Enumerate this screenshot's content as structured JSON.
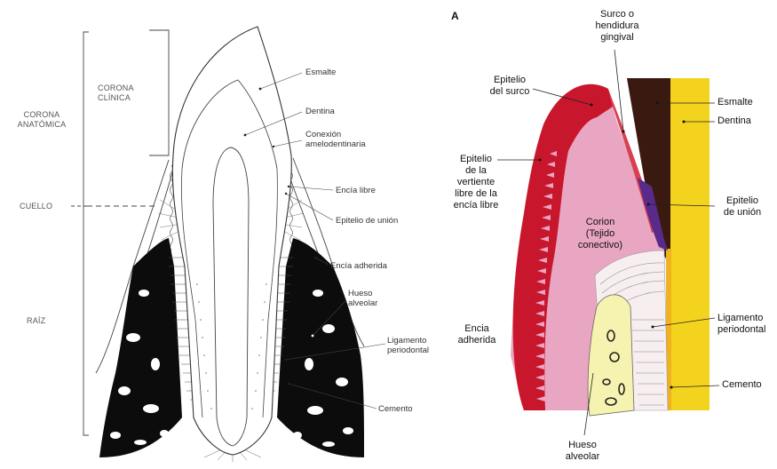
{
  "left": {
    "side": {
      "corona_anatomica": [
        "CORONA",
        "ANATÓMICA"
      ],
      "corona_clinica": [
        "CORONA",
        "CLÍNICA"
      ],
      "cuello": "CUELLO",
      "raiz": "RAÍZ"
    },
    "labels": {
      "esmalte": "Esmalte",
      "dentina": "Dentina",
      "conexion": [
        "Conexión",
        "amelodentinaria"
      ],
      "encia_libre": "Encía libre",
      "epitelio_union": "Epitelio de unión",
      "encia_adherida": "Encía adherida",
      "hueso": [
        "Hueso",
        "alveolar"
      ],
      "ligamento": [
        "Ligamento",
        "periodontal"
      ],
      "cemento": "Cemento"
    }
  },
  "right": {
    "panel_letter": "A",
    "labels": {
      "surco": [
        "Surco o",
        "hendidura",
        "gingival"
      ],
      "epitelio_surco": [
        "Epitelio",
        "del surco"
      ],
      "epitelio_vertiente": [
        "Epitelio",
        "de la",
        "vertiente",
        "libre de la",
        "encía libre"
      ],
      "corion": [
        "Corion",
        "(Tejido",
        "conectivo)"
      ],
      "encia_adherida": [
        "Encia",
        "adherida"
      ],
      "esmalte": "Esmalte",
      "dentina": "Dentina",
      "epitelio_union": [
        "Epitelio",
        "de unión"
      ],
      "ligamento": [
        "Ligamento",
        "periodontal"
      ],
      "cemento": "Cemento",
      "hueso": [
        "Hueso",
        "alveolar"
      ]
    }
  },
  "colors": {
    "epithelium": "#c8162c",
    "corion": "#e9a6c2",
    "enamel": "#3a1a10",
    "dentin": "#f4d31e",
    "junctional": "#5a2a8a",
    "bone": "#f6f2b0"
  }
}
